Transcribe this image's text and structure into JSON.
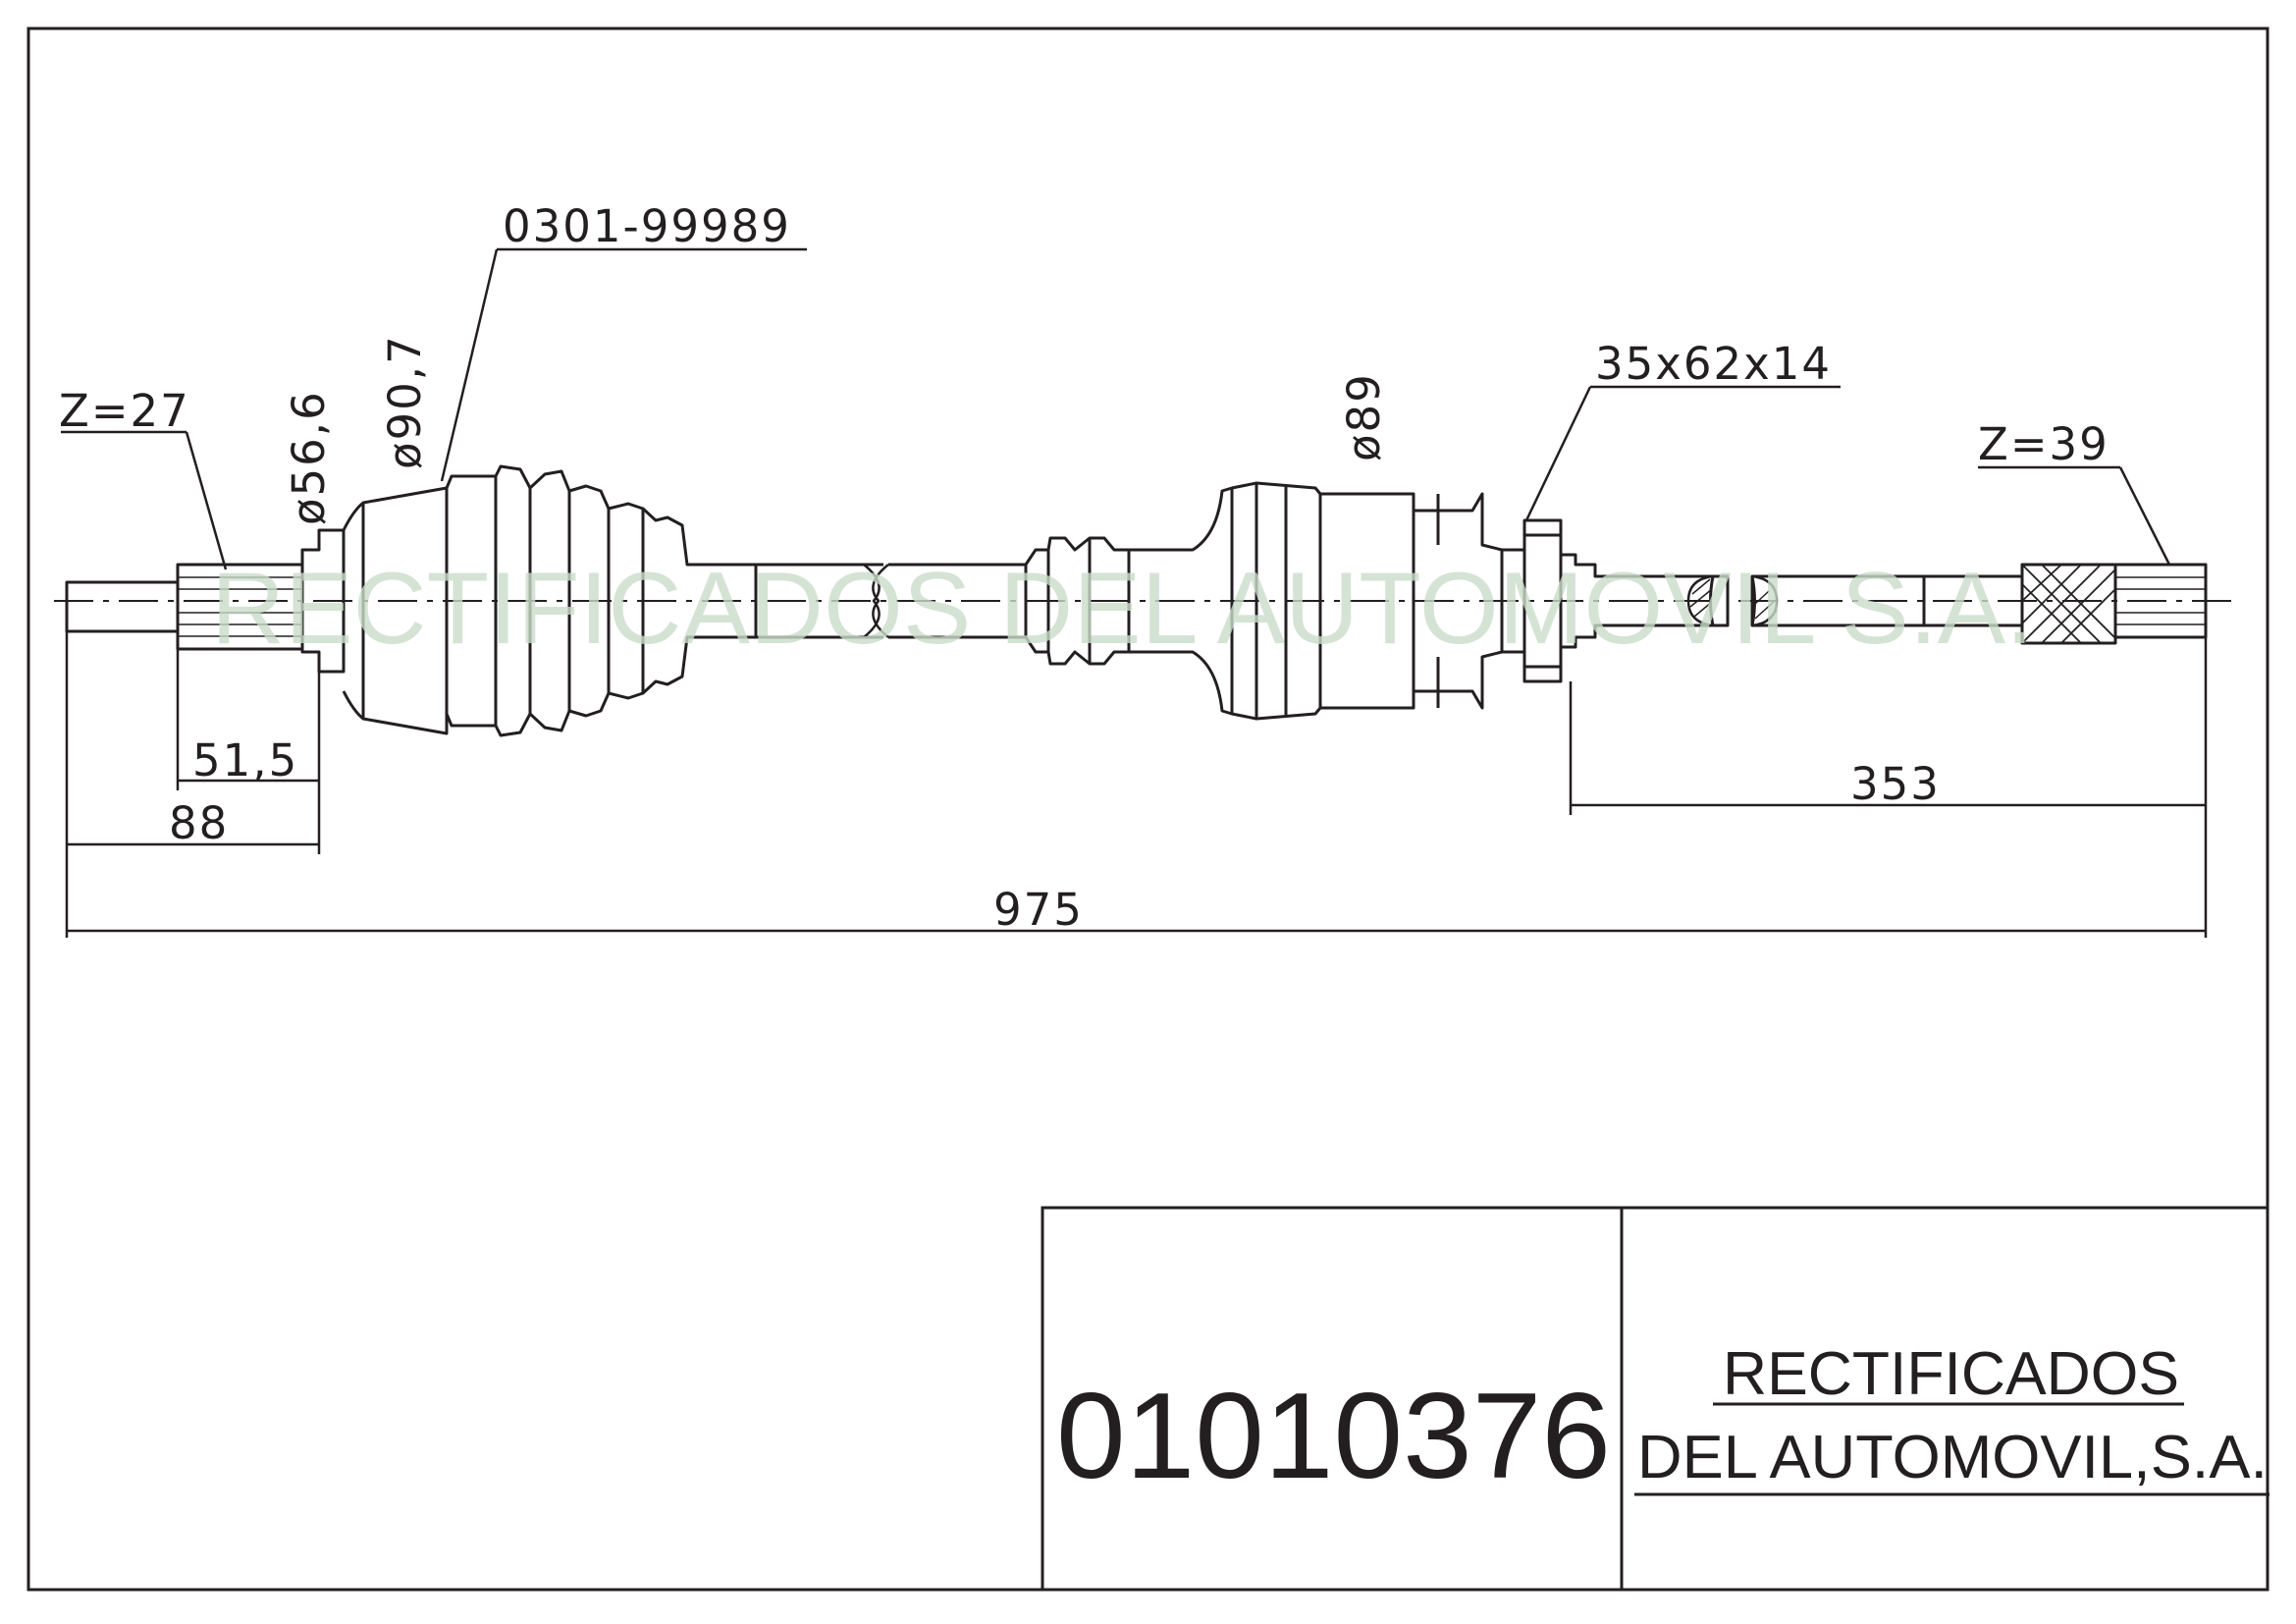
{
  "drawing": {
    "watermark": "RECTIFICADOS DEL AUTOMOVIL S.A.",
    "labels": {
      "z_left": "Z=27",
      "z_right": "Z=39",
      "boot_ref": "0301-99989",
      "dia_56": "ø56,6",
      "dia_90": "ø90,7",
      "dia_89": "ø89",
      "bearing": "35x62x14"
    },
    "dimensions": {
      "d_51": "51,5",
      "d_88": "88",
      "d_353": "353",
      "d_975": "975"
    },
    "colors": {
      "line": "#231f20",
      "watermark": "#c9dcc9"
    }
  },
  "title_block": {
    "part_number": "01010376",
    "company_line1": "RECTIFICADOS",
    "company_line2": "DEL AUTOMOVIL,S.A."
  }
}
